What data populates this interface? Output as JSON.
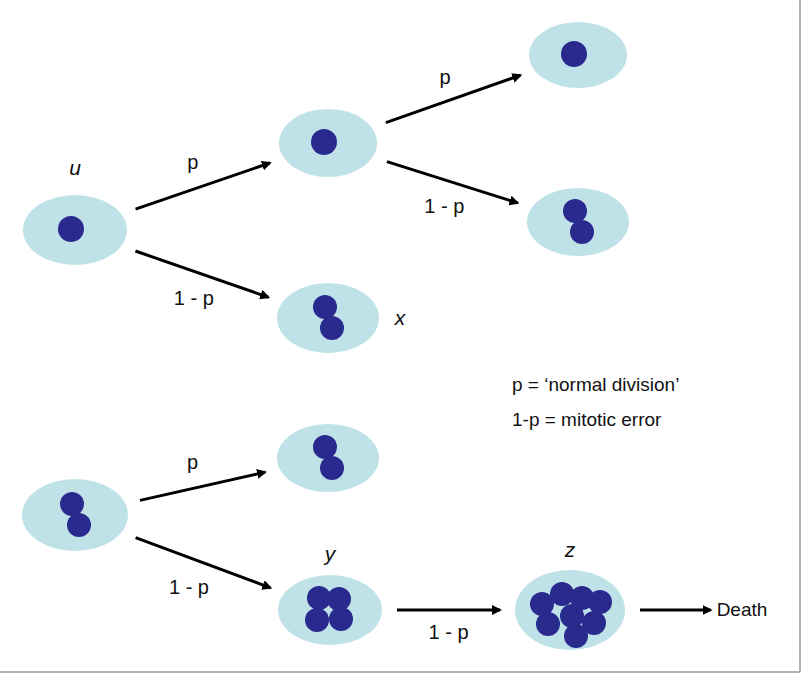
{
  "diagram": {
    "nodes": [
      {
        "text": [
          "u"
        ]
      },
      {
        "text": []
      },
      {
        "text": []
      },
      {
        "text": []
      },
      {
        "text": [
          "x"
        ]
      },
      {
        "text": []
      },
      {
        "text": []
      },
      {
        "text": [
          "y"
        ]
      },
      {
        "text": [
          "z"
        ]
      },
      {
        "text": [
          "Death"
        ]
      }
    ],
    "edges": [
      {
        "from": 0,
        "to": 1,
        "arrow": "to",
        "label": "p"
      },
      {
        "from": 0,
        "to": 4,
        "arrow": "to",
        "label": "1 - p"
      },
      {
        "from": 1,
        "to": 2,
        "arrow": "to",
        "label": "p"
      },
      {
        "from": 1,
        "to": 3,
        "arrow": "to",
        "label": "1 - p"
      },
      {
        "from": 5,
        "to": 6,
        "arrow": "to",
        "label": "p"
      },
      {
        "from": 5,
        "to": 7,
        "arrow": "to",
        "label": "1 - p"
      },
      {
        "from": 7,
        "to": 8,
        "arrow": "to",
        "label": "1 - p"
      },
      {
        "from": 8,
        "to": 9,
        "arrow": "to"
      }
    ],
    "labels": [
      "p = ‘normal division’",
      "1-p = mitotic error"
    ]
  }
}
